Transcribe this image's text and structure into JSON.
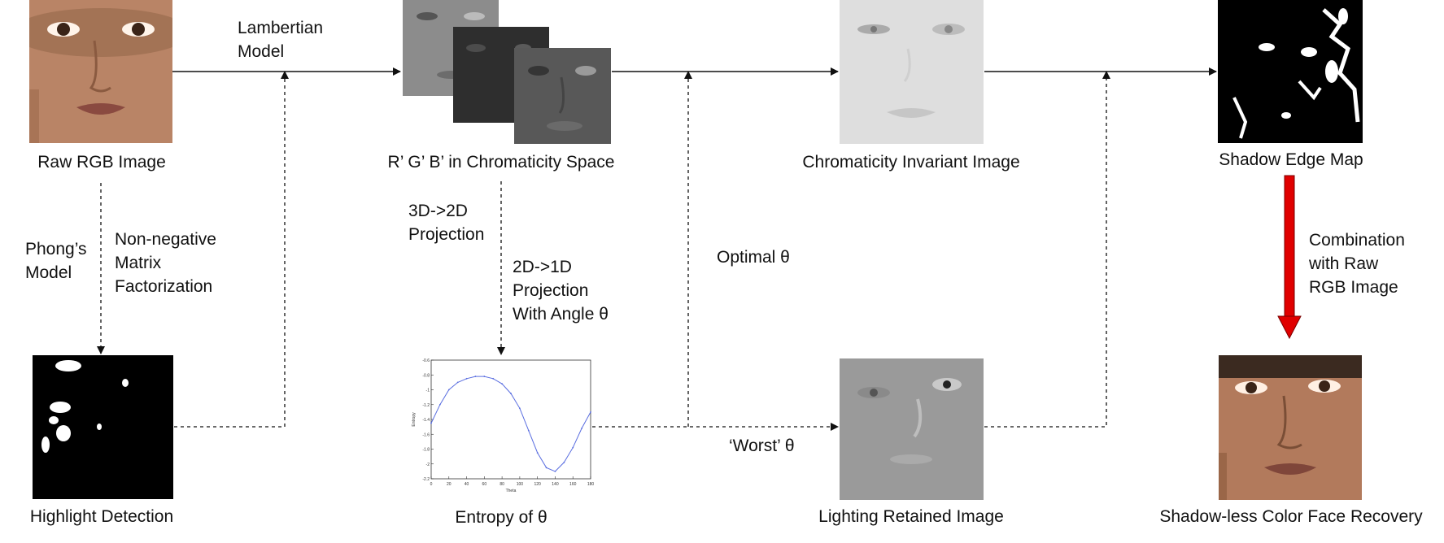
{
  "nodes": {
    "raw_rgb": "Raw RGB Image",
    "highlight": "Highlight Detection",
    "chromaticity_space": "R’ G’ B’ in Chromaticity Space",
    "entropy": "Entropy of θ",
    "invariant": "Chromaticity Invariant Image",
    "lighting_retained": "Lighting Retained Image",
    "shadow_edge": "Shadow Edge Map",
    "recovery": "Shadow-less Color Face Recovery"
  },
  "edges": {
    "lambertian": "Lambertian\nModel",
    "phong": "Phong’s\nModel",
    "nmf": "Non-negative\nMatrix\nFactorization",
    "proj_3d2d": "3D->2D\nProjection",
    "proj_2d1d": "2D->1D\nProjection\nWith Angle θ",
    "optimal": "Optimal θ",
    "worst": "‘Worst’ θ",
    "combination": "Combination\nwith Raw\nRGB Image"
  },
  "colors": {
    "arrow": "#111111",
    "red_arrow": "#e00000",
    "skin": "#b98466",
    "gray_face": "#9a9a9a",
    "light_face": "#dedede"
  },
  "chart_data": {
    "type": "line",
    "xlabel": "Theta",
    "ylabel": "Entropy",
    "xlim": [
      0,
      180
    ],
    "ylim": [
      -2.2,
      -0.6
    ],
    "x_ticks": [
      0,
      20,
      40,
      60,
      80,
      100,
      120,
      140,
      160,
      180
    ],
    "y_ticks": [
      -0.6,
      -0.8,
      -1,
      -1.2,
      -1.4,
      -1.6,
      -1.8,
      -2,
      -2.2
    ],
    "series": [
      {
        "x": [
          0,
          10,
          20,
          30,
          40,
          50,
          60,
          70,
          80,
          90,
          100,
          110,
          120,
          130,
          140,
          150,
          160,
          170,
          180
        ],
        "values": [
          -1.45,
          -1.2,
          -1.0,
          -0.9,
          -0.85,
          -0.82,
          -0.82,
          -0.85,
          -0.92,
          -1.05,
          -1.25,
          -1.55,
          -1.85,
          -2.05,
          -2.1,
          -1.98,
          -1.78,
          -1.52,
          -1.3
        ]
      }
    ]
  }
}
